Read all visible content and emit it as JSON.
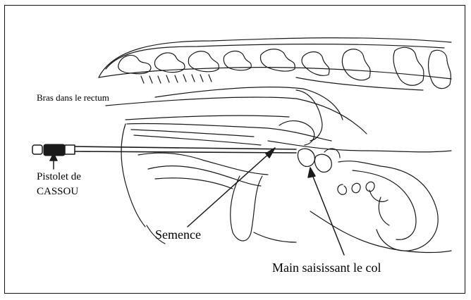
{
  "labels": {
    "arm_in_rectum": "Bras dans le rectum",
    "gun_line1": "Pistolet de",
    "gun_line2": "CASSOU",
    "semen": "Semence",
    "hand_cervix": "Main saisissant le col"
  },
  "colors": {
    "ink": "#1a1a1a",
    "frame": "#111111",
    "background": "#ffffff"
  }
}
